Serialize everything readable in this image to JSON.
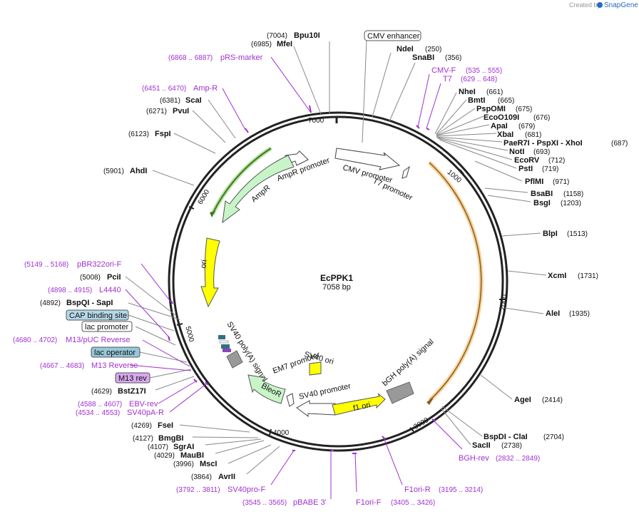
{
  "credit": {
    "prefix": "Created by",
    "brand": "SnapGene"
  },
  "plasmid": {
    "name": "EcPPK1",
    "size": "7058 bp"
  },
  "ticks": [
    "1000",
    "2000",
    "3000",
    "4000",
    "5000",
    "6000",
    "7000"
  ],
  "enzymes": [
    {
      "name": "Bpu10I",
      "pos": "(7004)"
    },
    {
      "name": "MfeI",
      "pos": "(6985)"
    },
    {
      "name": "NdeI",
      "pos": "(250)"
    },
    {
      "name": "SnaBI",
      "pos": "(356)"
    },
    {
      "name": "NheI",
      "pos": "(661)"
    },
    {
      "name": "BmtI",
      "pos": "(665)"
    },
    {
      "name": "PspOMI",
      "pos": "(675)"
    },
    {
      "name": "EcoO109I",
      "pos": "(676)"
    },
    {
      "name": "ApaI",
      "pos": "(679)"
    },
    {
      "name": "XbaI",
      "pos": "(681)"
    },
    {
      "name": "PaeR7I - PspXI - XhoI",
      "pos": "(687)"
    },
    {
      "name": "NotI",
      "pos": "(693)"
    },
    {
      "name": "EcoRV",
      "pos": "(712)"
    },
    {
      "name": "PstI",
      "pos": "(719)"
    },
    {
      "name": "PflMI",
      "pos": "(971)"
    },
    {
      "name": "BsaBI",
      "pos": "(1158)"
    },
    {
      "name": "BsgI",
      "pos": "(1203)"
    },
    {
      "name": "BlpI",
      "pos": "(1513)"
    },
    {
      "name": "XcmI",
      "pos": "(1731)"
    },
    {
      "name": "AleI",
      "pos": "(1935)"
    },
    {
      "name": "AgeI",
      "pos": "(2414)"
    },
    {
      "name": "BspDI - ClaI",
      "pos": "(2704)"
    },
    {
      "name": "SacII",
      "pos": "(2738)"
    },
    {
      "name": "AvrII",
      "pos": "(3864)"
    },
    {
      "name": "MscI",
      "pos": "(3996)"
    },
    {
      "name": "MauBI",
      "pos": "(4029)"
    },
    {
      "name": "SgrAI",
      "pos": "(4107)"
    },
    {
      "name": "BmgBI",
      "pos": "(4127)"
    },
    {
      "name": "FseI",
      "pos": "(4269)"
    },
    {
      "name": "BstZ17I",
      "pos": "(4629)"
    },
    {
      "name": "BspQI - SapI",
      "pos": "(4892)"
    },
    {
      "name": "PciI",
      "pos": "(5008)"
    },
    {
      "name": "AhdI",
      "pos": "(5901)"
    },
    {
      "name": "FspI",
      "pos": "(6123)"
    },
    {
      "name": "PvuI",
      "pos": "(6271)"
    },
    {
      "name": "ScaI",
      "pos": "(6381)"
    }
  ],
  "primers": [
    {
      "name": "pRS-marker",
      "pos": "(6868 .. 6887)"
    },
    {
      "name": "Amp-R",
      "pos": "(6451 .. 6470)"
    },
    {
      "name": "CMV-F",
      "pos": "(535 .. 555)"
    },
    {
      "name": "T7",
      "pos": "(629 .. 648)"
    },
    {
      "name": "pBR322ori-F",
      "pos": "(5149 .. 5168)"
    },
    {
      "name": "L4440",
      "pos": "(4898 .. 4915)"
    },
    {
      "name": "M13/pUC Reverse",
      "pos": "(4680 .. 4702)"
    },
    {
      "name": "M13 Reverse",
      "pos": "(4667 .. 4683)"
    },
    {
      "name": "EBV-rev",
      "pos": "(4588 .. 4607)"
    },
    {
      "name": "SV40pA-R",
      "pos": "(4534 .. 4553)"
    },
    {
      "name": "BGH-rev",
      "pos": "(2832 .. 2849)"
    },
    {
      "name": "F1ori-R",
      "pos": "(3195 .. 3214)"
    },
    {
      "name": "F1ori-F",
      "pos": "(3405 .. 3426)"
    },
    {
      "name": "pBABE 3'",
      "pos": "(3545 .. 3565)"
    },
    {
      "name": "SV40pro-F",
      "pos": "(3792 .. 3811)"
    }
  ],
  "boxes": [
    "CMV enhancer",
    "CAP binding site",
    "lac promoter",
    "lac operator",
    "M13 rev"
  ],
  "features": [
    "AmpR promoter",
    "AmpR",
    "ori",
    "CMV promoter",
    "T7 promoter",
    "SV40 poly(A) signal",
    "SV40 ori",
    "EM7 promoter",
    "SV40 promoter",
    "BleoR",
    "bGH poly(A) signal",
    "f1 ori"
  ],
  "colors": {
    "backbone": "#222222",
    "enzyme_line": "#888888",
    "primer": "#a030d0",
    "ampr": "#c8f5c8",
    "ori": "#ffff00",
    "cap_box": "#b4d8e8",
    "lac_op_box": "#96c8d8",
    "m13_box": "#d8a8f0",
    "gray_feature": "#999999",
    "orange_arc": "#f5c070",
    "green_arc": "#6ab04c"
  }
}
